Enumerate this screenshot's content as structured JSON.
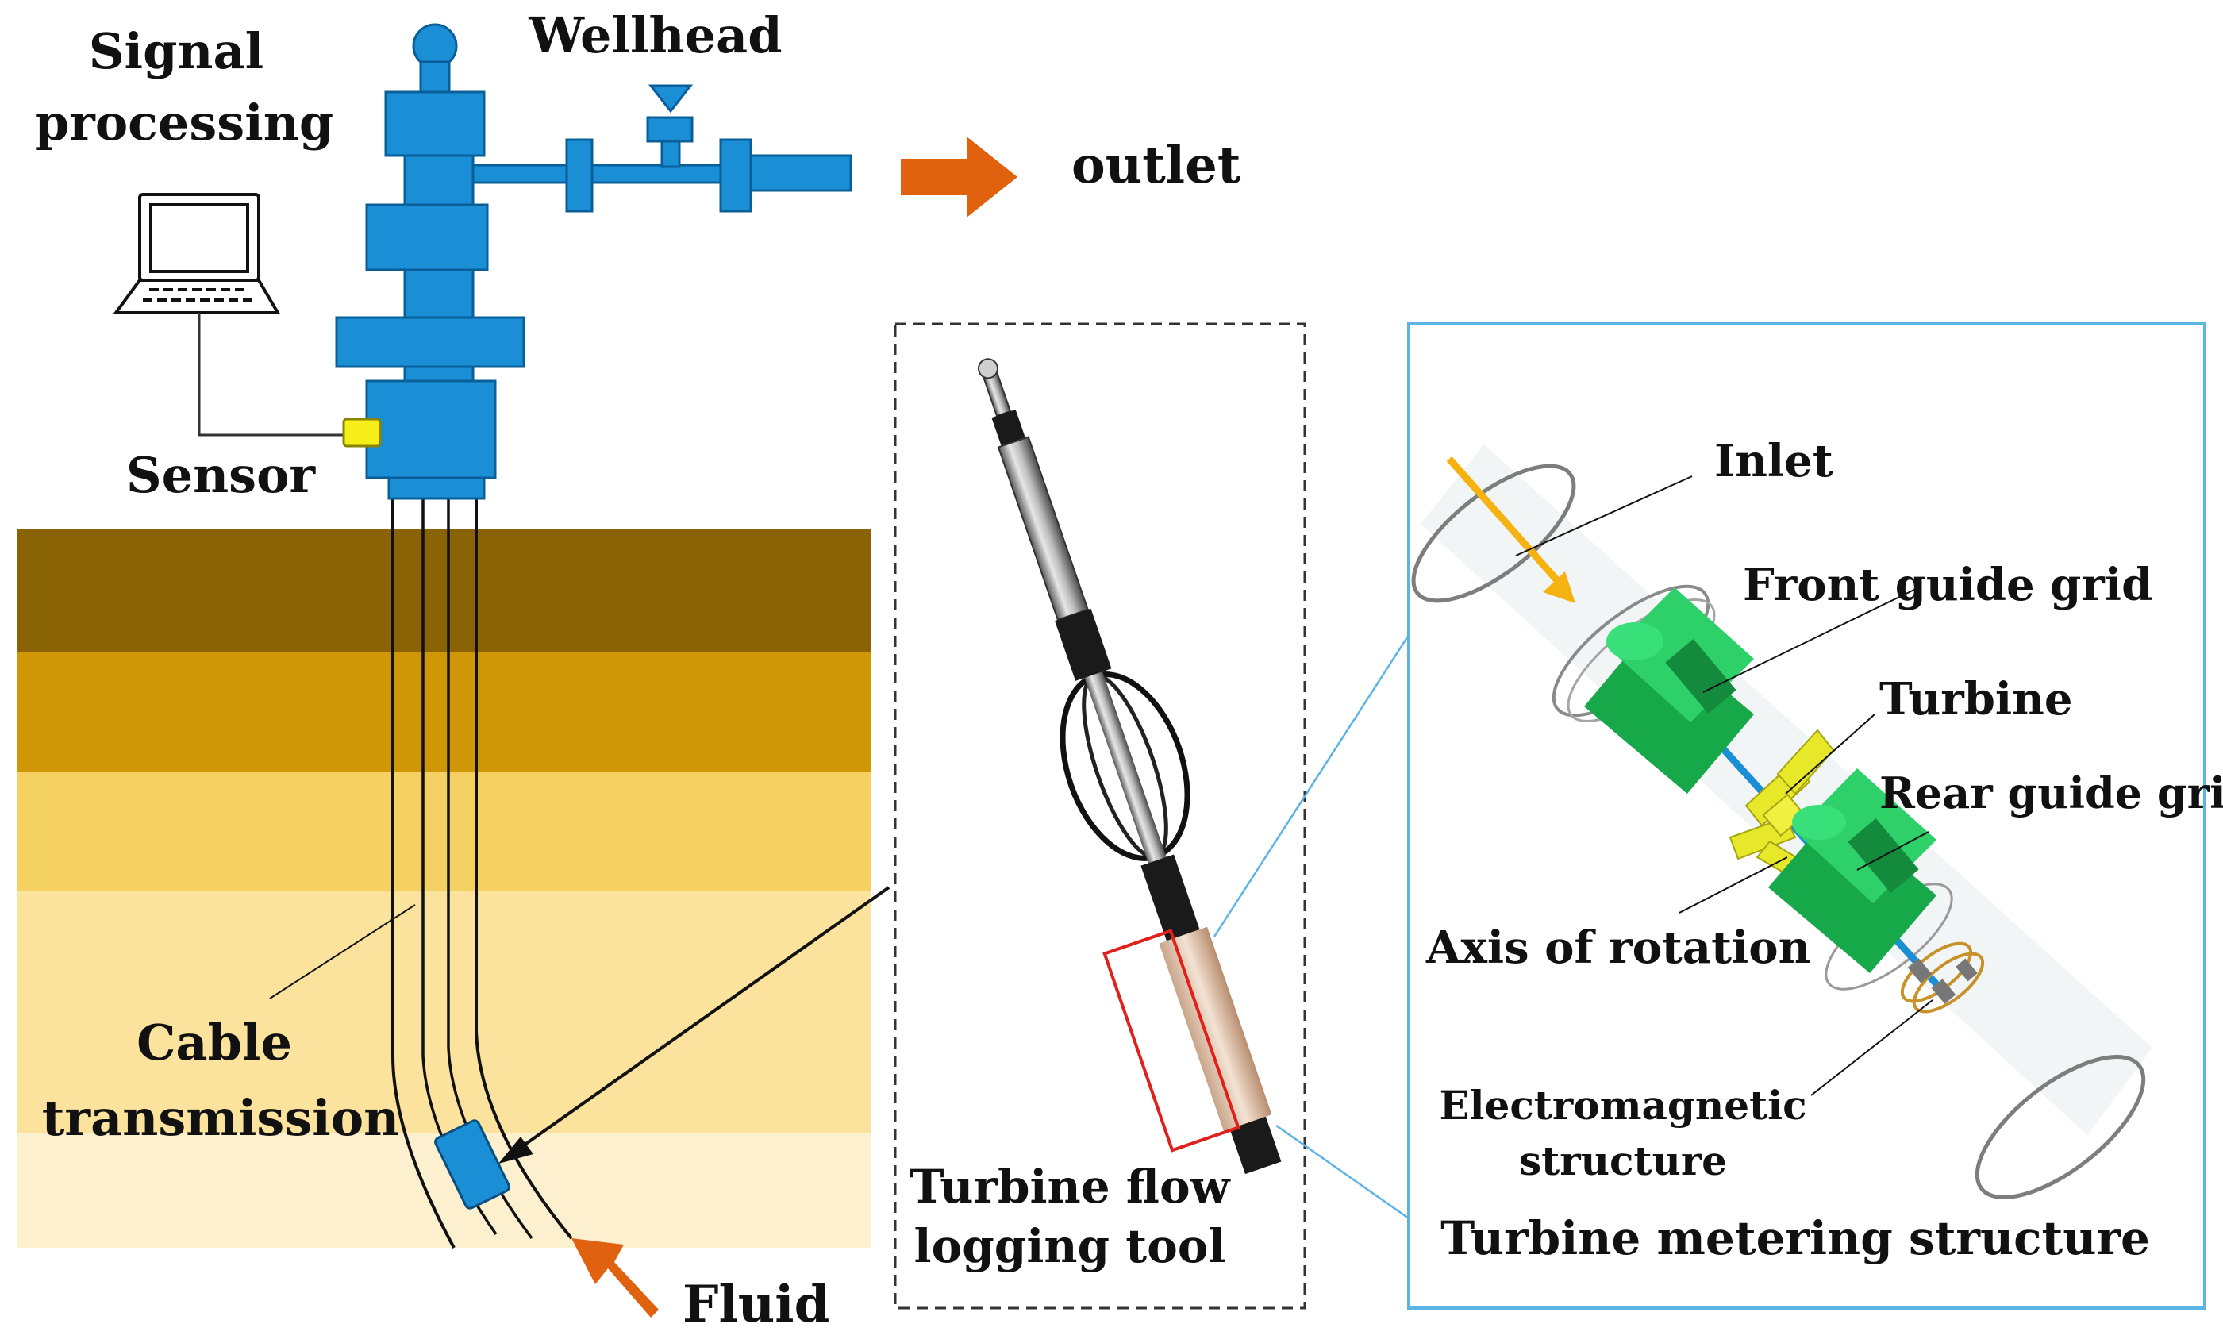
{
  "labels": {
    "signal_processing_line1": "Signal",
    "signal_processing_line2": "processing",
    "wellhead": "Wellhead",
    "outlet": "outlet",
    "sensor": "Sensor",
    "cable_line1": "Cable",
    "cable_line2": "transmission",
    "fluid": "Fluid",
    "tool_line1": "Turbine flow",
    "tool_line2": "logging tool",
    "inlet": "Inlet",
    "front_guide_grid": "Front guide grid",
    "turbine": "Turbine",
    "rear_guide_grid": "Rear guide grid",
    "axis_of_rotation": "Axis of rotation",
    "electromagnetic_line1": "Electromagnetic",
    "electromagnetic_line2": "structure",
    "metering_structure": "Turbine metering structure"
  },
  "colors": {
    "wellhead_blue": "#1a8fd6",
    "arrow_orange": "#e0620f",
    "inlet_arrow": "#f5b211",
    "sensor_yellow": "#f6ef1a",
    "guide_grid_green": "#22c45e",
    "turbine_yellow": "#e8e82a",
    "coil_copper": "#c8922a",
    "panel_border_blue": "#5ab4e6",
    "tool_highlight_red": "#e0201a",
    "strata": [
      "#8a6307",
      "#cf9606",
      "#f5d063",
      "#fbe39e",
      "#fdf0cf"
    ]
  }
}
